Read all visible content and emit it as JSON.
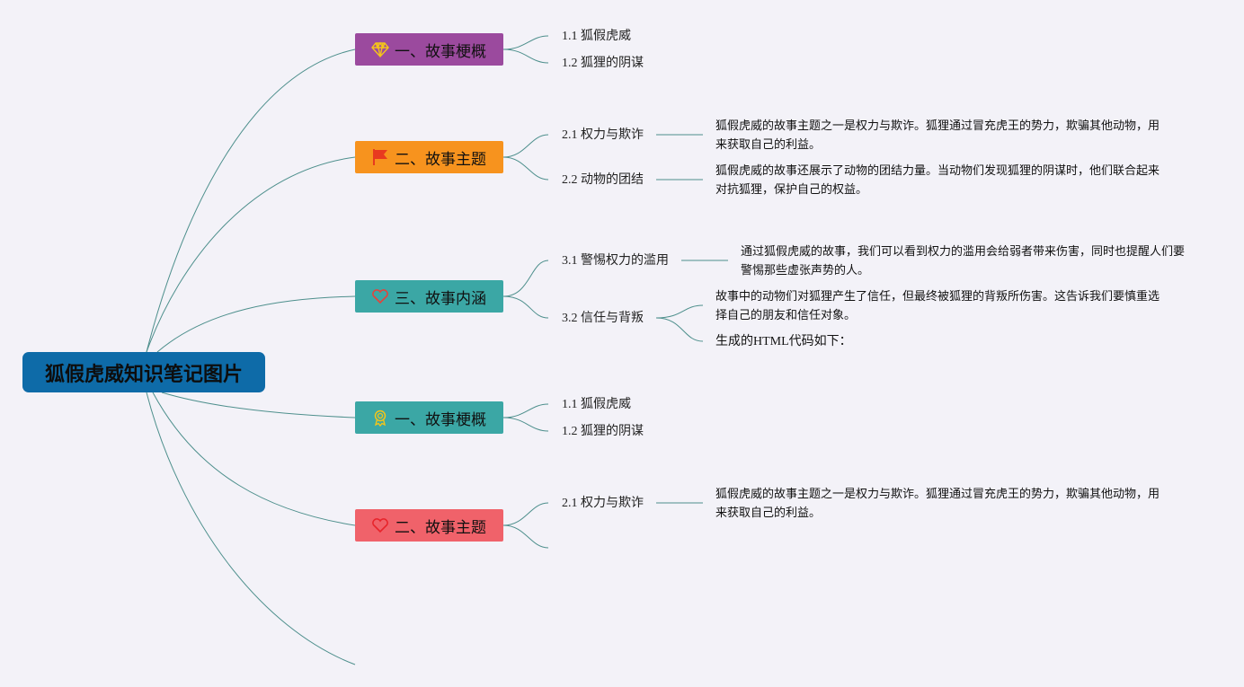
{
  "root": {
    "title": "狐假虎威知识笔记图片",
    "color": "#0e6ba8"
  },
  "topics": [
    {
      "title": "一、故事梗概",
      "color": "#9b4a9e",
      "icon": "diamond-icon",
      "children": [
        {
          "label": "1.1 狐假虎威",
          "notes": []
        },
        {
          "label": "1.2 狐狸的阴谋",
          "notes": []
        }
      ]
    },
    {
      "title": "二、故事主题",
      "color": "#f7931e",
      "icon": "flag-icon",
      "children": [
        {
          "label": "2.1 权力与欺诈",
          "notes": [
            "狐假虎威的故事主题之一是权力与欺诈。狐狸通过冒充虎王的势力，欺骗其他动物，用来获取自己的利益。"
          ]
        },
        {
          "label": "2.2 动物的团结",
          "notes": [
            "狐假虎威的故事还展示了动物的团结力量。当动物们发现狐狸的阴谋时，他们联合起来对抗狐狸，保护自己的权益。"
          ]
        }
      ]
    },
    {
      "title": "三、故事内涵",
      "color": "#3ba7a5",
      "icon": "heart-icon",
      "children": [
        {
          "label": "3.1 警惕权力的滥用",
          "notes": [
            "通过狐假虎威的故事，我们可以看到权力的滥用会给弱者带来伤害，同时也提醒人们要警惕那些虚张声势的人。"
          ]
        },
        {
          "label": "3.2 信任与背叛",
          "notes": [
            "故事中的动物们对狐狸产生了信任，但最终被狐狸的背叛所伤害。这告诉我们要慎重选择自己的朋友和信任对象。",
            "生成的HTML代码如下："
          ]
        }
      ]
    },
    {
      "title": "一、故事梗概",
      "color": "#3ba7a5",
      "icon": "award-icon",
      "children": [
        {
          "label": "1.1 狐假虎威",
          "notes": []
        },
        {
          "label": "1.2 狐狸的阴谋",
          "notes": []
        }
      ]
    },
    {
      "title": "二、故事主题",
      "color": "#f0626a",
      "icon": "heart-icon",
      "children": [
        {
          "label": "2.1 权力与欺诈",
          "notes": [
            "狐假虎威的故事主题之一是权力与欺诈。狐狸通过冒充虎王的势力，欺骗其他动物，用来获取自己的利益。"
          ]
        },
        {
          "label": "",
          "notes": []
        }
      ]
    }
  ]
}
